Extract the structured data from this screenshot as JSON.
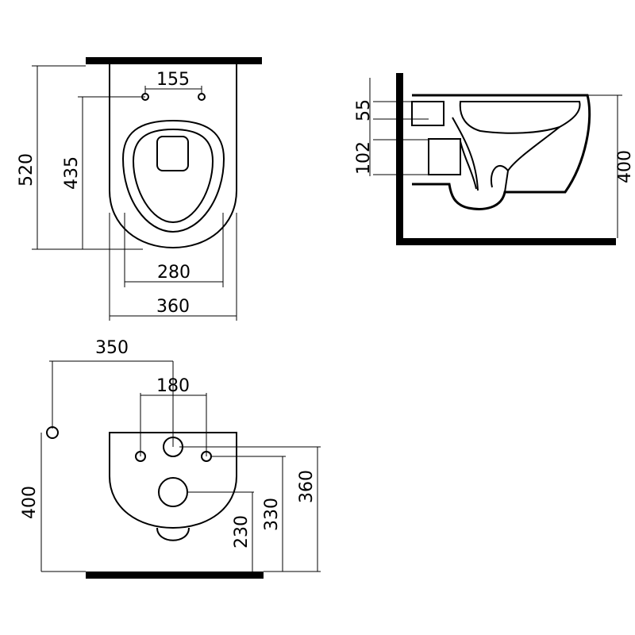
{
  "top_view": {
    "dim_holes": "155",
    "dim_seat_depth": "435",
    "dim_total_depth": "520",
    "dim_seat_width": "280",
    "dim_total_width": "360"
  },
  "side_view": {
    "dim_55": "55",
    "dim_102": "102",
    "dim_height": "400"
  },
  "rear_view": {
    "dim_350": "350",
    "dim_180": "180",
    "dim_400": "400",
    "dim_230": "230",
    "dim_330": "330",
    "dim_360": "360"
  }
}
